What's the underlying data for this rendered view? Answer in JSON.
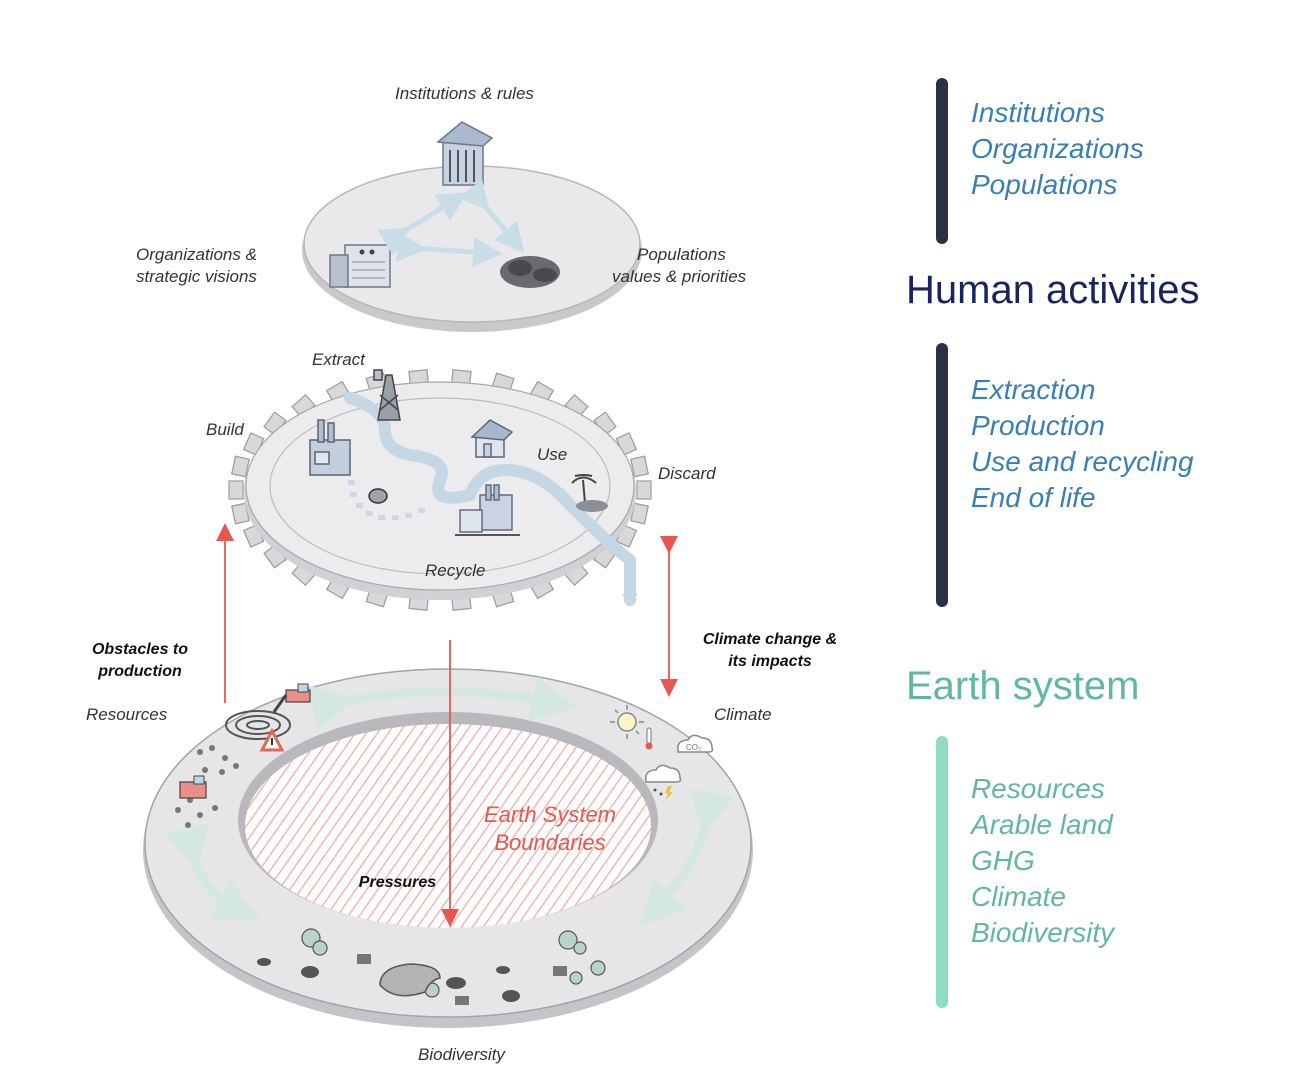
{
  "top_layer": {
    "institutions_label": "Institutions & rules",
    "organizations_label_line1": "Organizations &",
    "organizations_label_line2": "strategic visions",
    "populations_label_line1": "Populations",
    "populations_label_line2": "values & priorities"
  },
  "middle_layer": {
    "extract_label": "Extract",
    "build_label": "Build",
    "use_label": "Use",
    "discard_label": "Discard",
    "recycle_label": "Recycle"
  },
  "bottom_layer": {
    "resources_label": "Resources",
    "climate_label": "Climate",
    "biodiversity_label": "Biodiversity",
    "boundaries_line1": "Earth System",
    "boundaries_line2": "Boundaries",
    "pressures_label": "Pressures"
  },
  "arrows": {
    "obstacles_line1": "Obstacles to",
    "obstacles_line2": "production",
    "climate_change_line1": "Climate change &",
    "climate_change_line2": "its impacts"
  },
  "right_panel": {
    "institutions_group": [
      "Institutions",
      "Organizations",
      "Populations"
    ],
    "human_activities_heading": "Human activities",
    "production_group": [
      "Extraction",
      "Production",
      "Use and recycling",
      "End of life"
    ],
    "earth_system_heading": "Earth system",
    "earth_group": [
      "Resources",
      "Arable land",
      "GHG",
      "Climate",
      "Biodiversity"
    ]
  },
  "colors": {
    "dark_bar": "#2b3144",
    "green_bar": "#8ddcc4",
    "blue_text": "#3a7fb3",
    "navy_heading": "#17255c",
    "green_text": "#62b89b",
    "red_arrow": "#e8574f",
    "disc_fill": "#e9e9eb"
  }
}
